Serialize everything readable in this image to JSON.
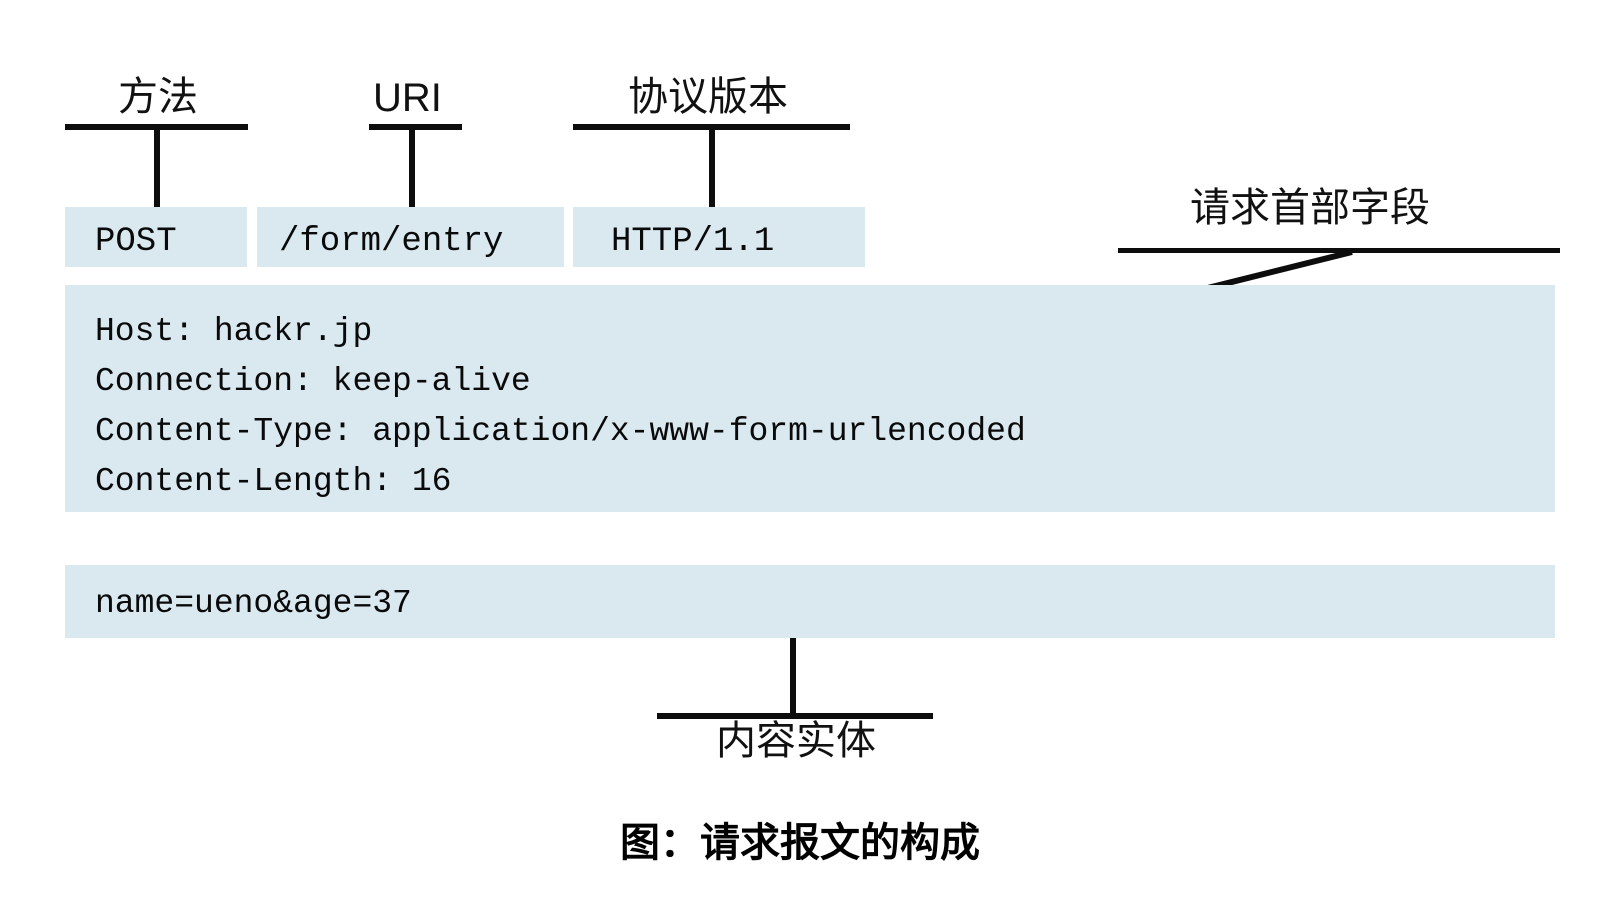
{
  "figure": {
    "caption": "图：请求报文的构成",
    "fill_color": "#dae8f0",
    "stroke_color": "#0d0d0d",
    "background": "#ffffff"
  },
  "request_line": {
    "annotations": {
      "method": "方法",
      "uri": "URI",
      "version": "协议版本"
    },
    "fields": {
      "method": "POST",
      "uri": "/form/entry",
      "version": "HTTP/1.1"
    }
  },
  "header_section": {
    "annotation": "请求首部字段",
    "lines": [
      "Host: hackr.jp",
      "Connection: keep-alive",
      "Content-Type: application/x-www-form-urlencoded",
      "Content-Length: 16"
    ]
  },
  "body_section": {
    "annotation": "内容实体",
    "lines": [
      "name=ueno&age=37"
    ]
  }
}
